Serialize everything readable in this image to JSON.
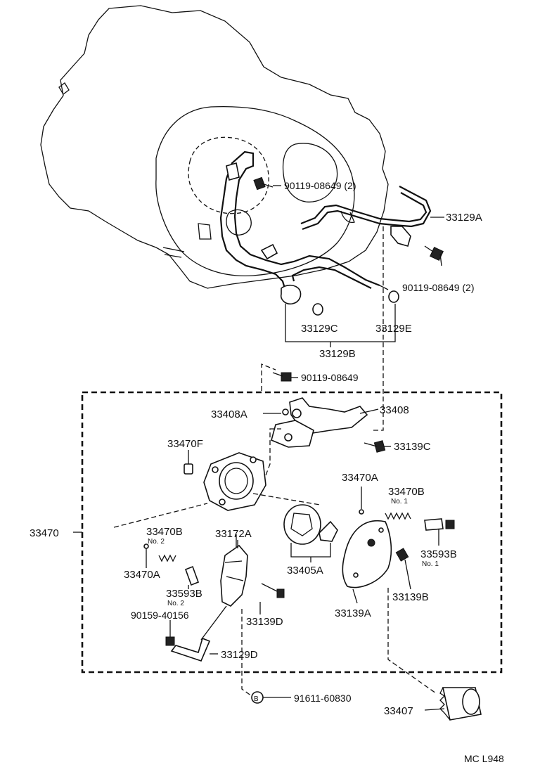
{
  "diagram_code": "MC L948",
  "labels": {
    "bolt_top": "90119-08649 (2)",
    "tube_assy": "33129A",
    "bolt_right": "90119-08649 (2)",
    "clamp_c": "33129C",
    "clamp_e": "33129E",
    "tube_b": "33129B",
    "bolt_mid": "90119-08649",
    "spring_a": "33408A",
    "lever": "33408",
    "bolt_c": "33139C",
    "retainer_f": "33470F",
    "cap_a_right": "33470A",
    "spring_b_right": "33470B",
    "no1_a": "No. 1",
    "pin_b_right": "33593B",
    "no1_b": "No. 1",
    "housing_assy": "33470",
    "spring_b_left": "33470B",
    "no2_a": "No. 2",
    "cap_a_left": "33470A",
    "bracket": "33172A",
    "plate": "33405A",
    "bolt_b": "33139B",
    "pin_b_left": "33593B",
    "no2_b": "No. 2",
    "bolt_d_code": "90159-40156",
    "bolt_d": "33139D",
    "cover_a": "33139A",
    "clamp_d": "33129D",
    "ref_b": "B",
    "bolt_ref": "91611-60830",
    "gear": "33407"
  }
}
